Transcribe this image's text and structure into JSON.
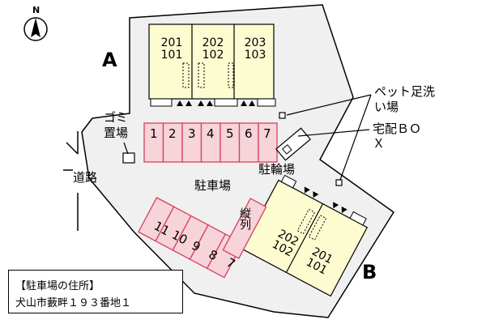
{
  "compass": {
    "label": "N"
  },
  "buildings": {
    "A": {
      "label": "A",
      "units": [
        {
          "upper": "201",
          "lower": "101"
        },
        {
          "upper": "202",
          "lower": "102"
        },
        {
          "upper": "203",
          "lower": "103"
        }
      ]
    },
    "B": {
      "label": "B",
      "units": [
        {
          "upper": "202",
          "lower": "102"
        },
        {
          "upper": "201",
          "lower": "101"
        }
      ]
    }
  },
  "parking": {
    "label": "駐車場",
    "row1": [
      "1",
      "2",
      "3",
      "4",
      "5",
      "6",
      "7"
    ],
    "row2": [
      "11",
      "10",
      "9",
      "8",
      "7"
    ],
    "tandem_label": "縦列"
  },
  "facilities": {
    "garbage": "ゴミ置場",
    "pet_wash": "ペット足洗い場",
    "delivery_box": "宅配ＢＯＸ",
    "bicycle": "駐輪場",
    "road": "道路"
  },
  "address": {
    "title": "【駐車場の住所】",
    "line": "犬山市藪畔１９３番地１"
  },
  "colors": {
    "building": "#fdfbd0",
    "parking": "#f7d3da",
    "parking_stroke": "#d6405e",
    "ground": "#f0f0f0"
  }
}
